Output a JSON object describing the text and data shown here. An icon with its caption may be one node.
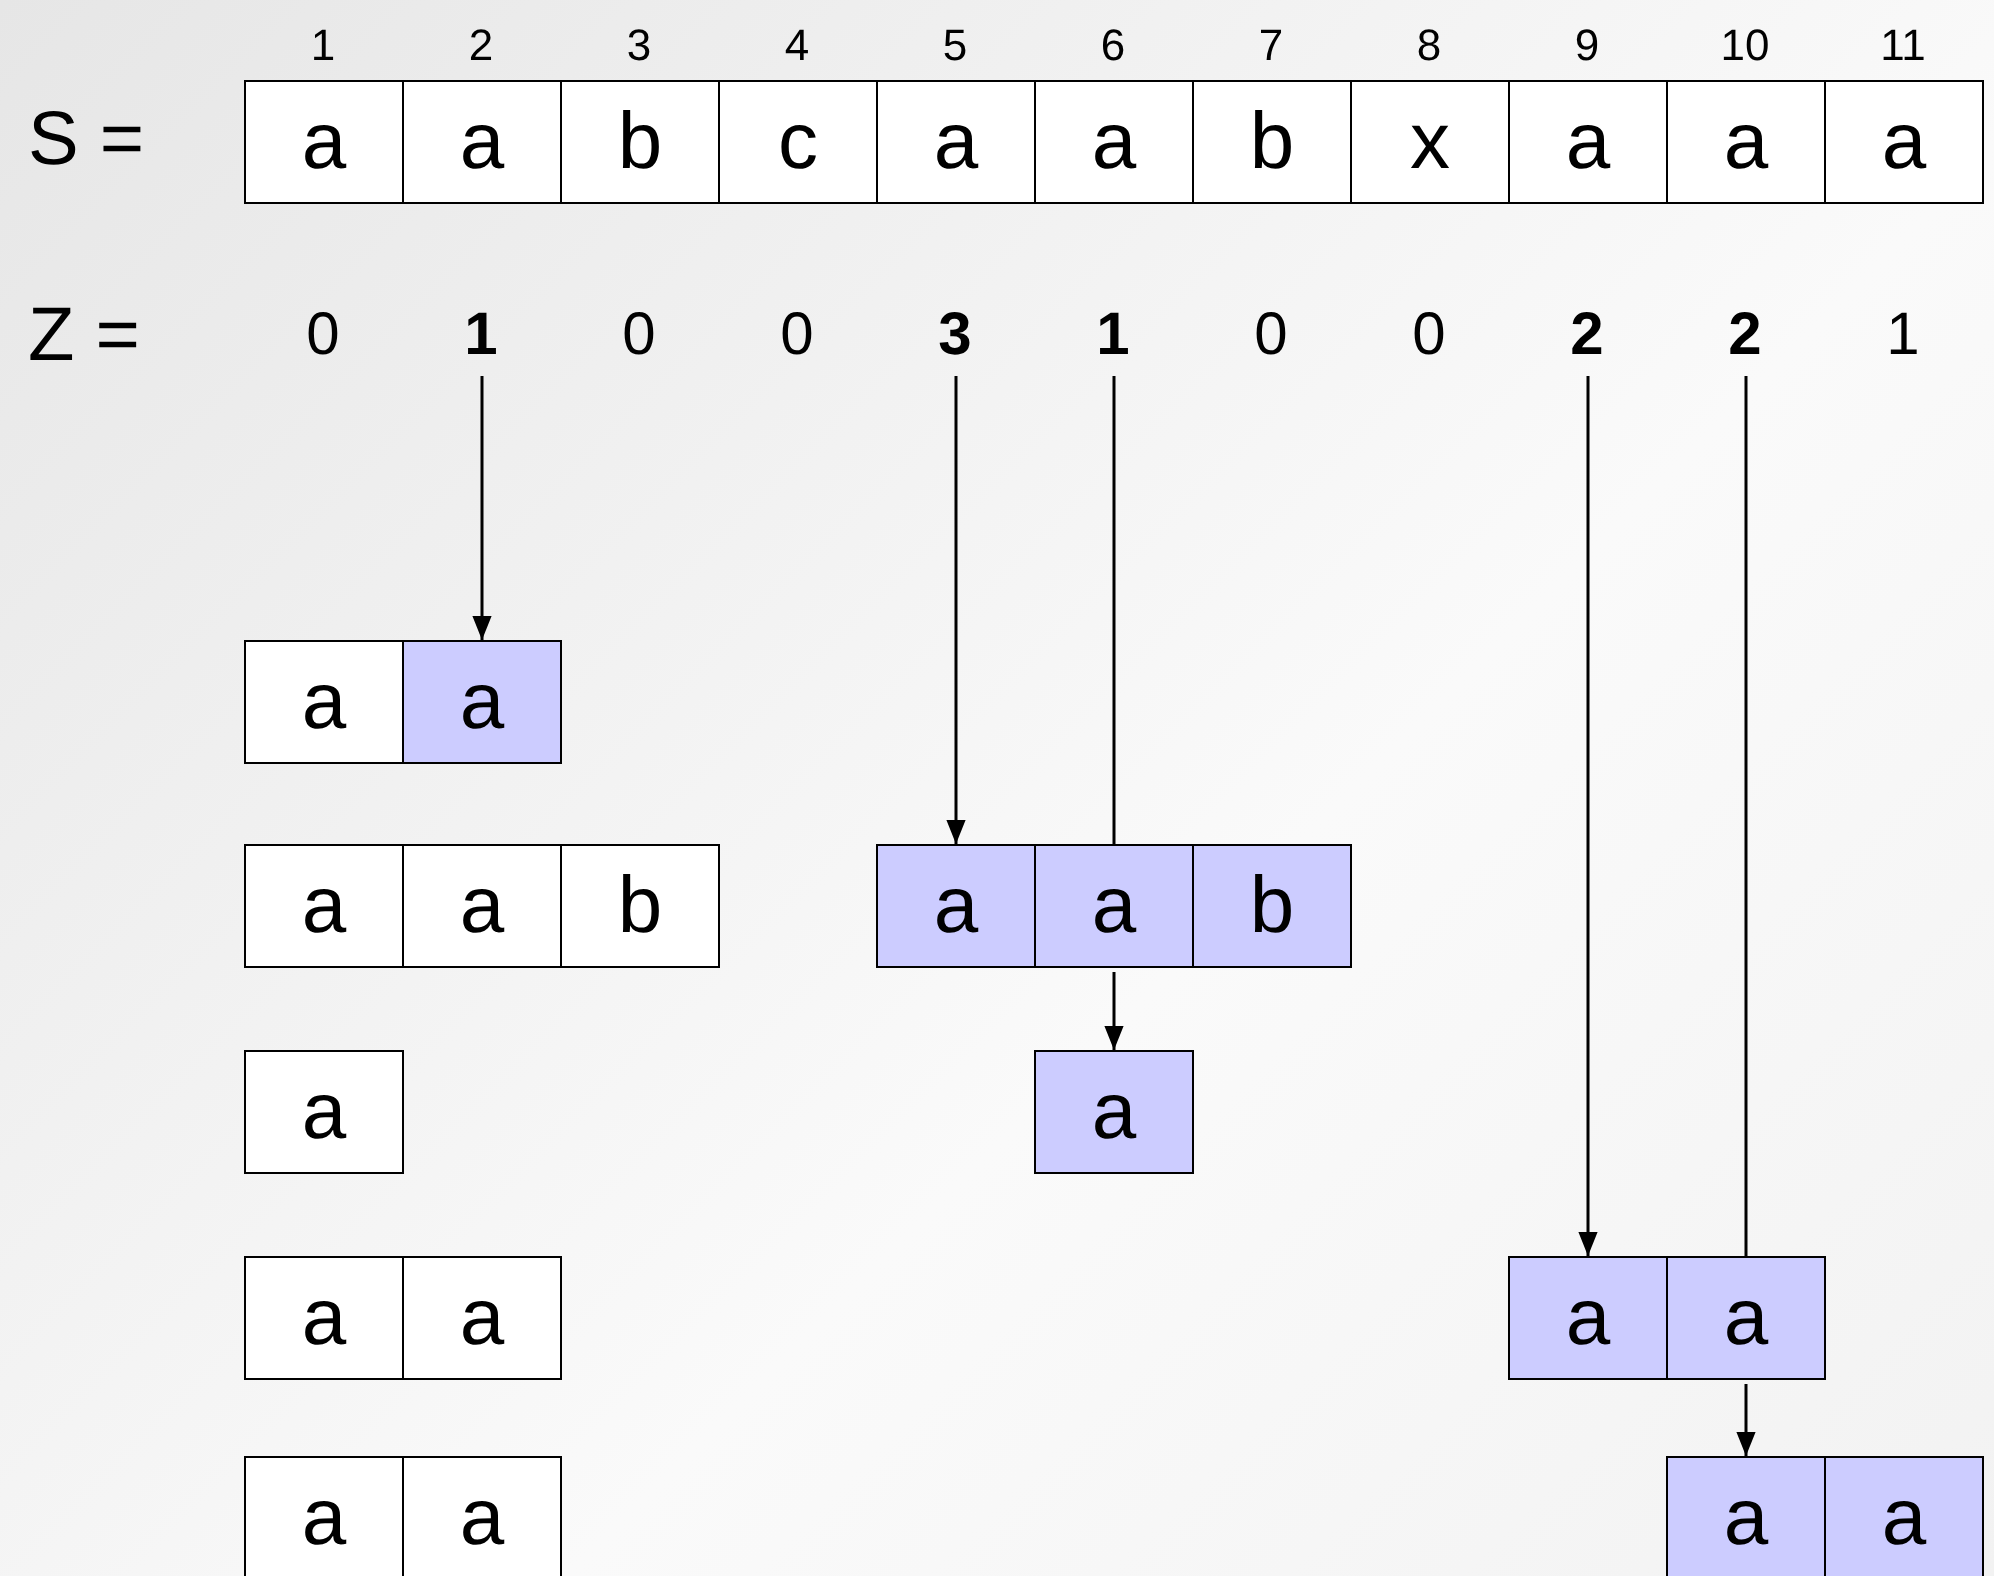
{
  "diagram": {
    "nodes": [
      {
        "text": [
          "a"
        ]
      },
      {
        "text": [
          "a"
        ]
      },
      {
        "text": [
          "b"
        ]
      },
      {
        "text": [
          "c"
        ]
      },
      {
        "text": [
          "a"
        ]
      },
      {
        "text": [
          "a"
        ]
      },
      {
        "text": [
          "b"
        ]
      },
      {
        "text": [
          "x"
        ]
      },
      {
        "text": [
          "a"
        ]
      },
      {
        "text": [
          "a"
        ]
      },
      {
        "text": [
          "a"
        ]
      },
      {
        "text": [
          "0"
        ]
      },
      {
        "text": [
          "1"
        ]
      },
      {
        "text": [
          "0"
        ]
      },
      {
        "text": [
          "0"
        ]
      },
      {
        "text": [
          "3"
        ]
      },
      {
        "text": [
          "1"
        ]
      },
      {
        "text": [
          "0"
        ]
      },
      {
        "text": [
          "0"
        ]
      },
      {
        "text": [
          "2"
        ]
      },
      {
        "text": [
          "2"
        ]
      },
      {
        "text": [
          "1"
        ]
      },
      {
        "text": [
          "a"
        ]
      },
      {
        "text": [
          "a"
        ]
      },
      {
        "text": [
          "a"
        ]
      },
      {
        "text": [
          "a"
        ]
      },
      {
        "text": [
          "b"
        ]
      },
      {
        "text": [
          "a"
        ]
      },
      {
        "text": [
          "a"
        ]
      },
      {
        "text": [
          "b"
        ]
      },
      {
        "text": [
          "a"
        ]
      },
      {
        "text": [
          "a"
        ]
      },
      {
        "text": [
          "a"
        ]
      },
      {
        "text": [
          "a"
        ]
      },
      {
        "text": [
          "a"
        ]
      },
      {
        "text": [
          "a"
        ]
      },
      {
        "text": [
          "a"
        ]
      },
      {
        "text": [
          "a"
        ]
      },
      {
        "text": [
          "a"
        ]
      },
      {
        "text": [
          "a"
        ]
      }
    ],
    "edges": [
      {
        "from": 12,
        "to": 23,
        "arrow": "to"
      },
      {
        "from": 15,
        "to": 27,
        "arrow": "to"
      },
      {
        "from": 16,
        "to": 28,
        "arrow": "none"
      },
      {
        "from": 28,
        "to": 31,
        "arrow": "to"
      },
      {
        "from": 19,
        "to": 34,
        "arrow": "to"
      },
      {
        "from": 20,
        "to": 35,
        "arrow": "none"
      },
      {
        "from": 35,
        "to": 38,
        "arrow": "to"
      }
    ],
    "labels": [
      "1",
      "2",
      "3",
      "4",
      "5",
      "6",
      "7",
      "8",
      "9",
      "10",
      "11",
      "S =",
      "Z ="
    ]
  }
}
